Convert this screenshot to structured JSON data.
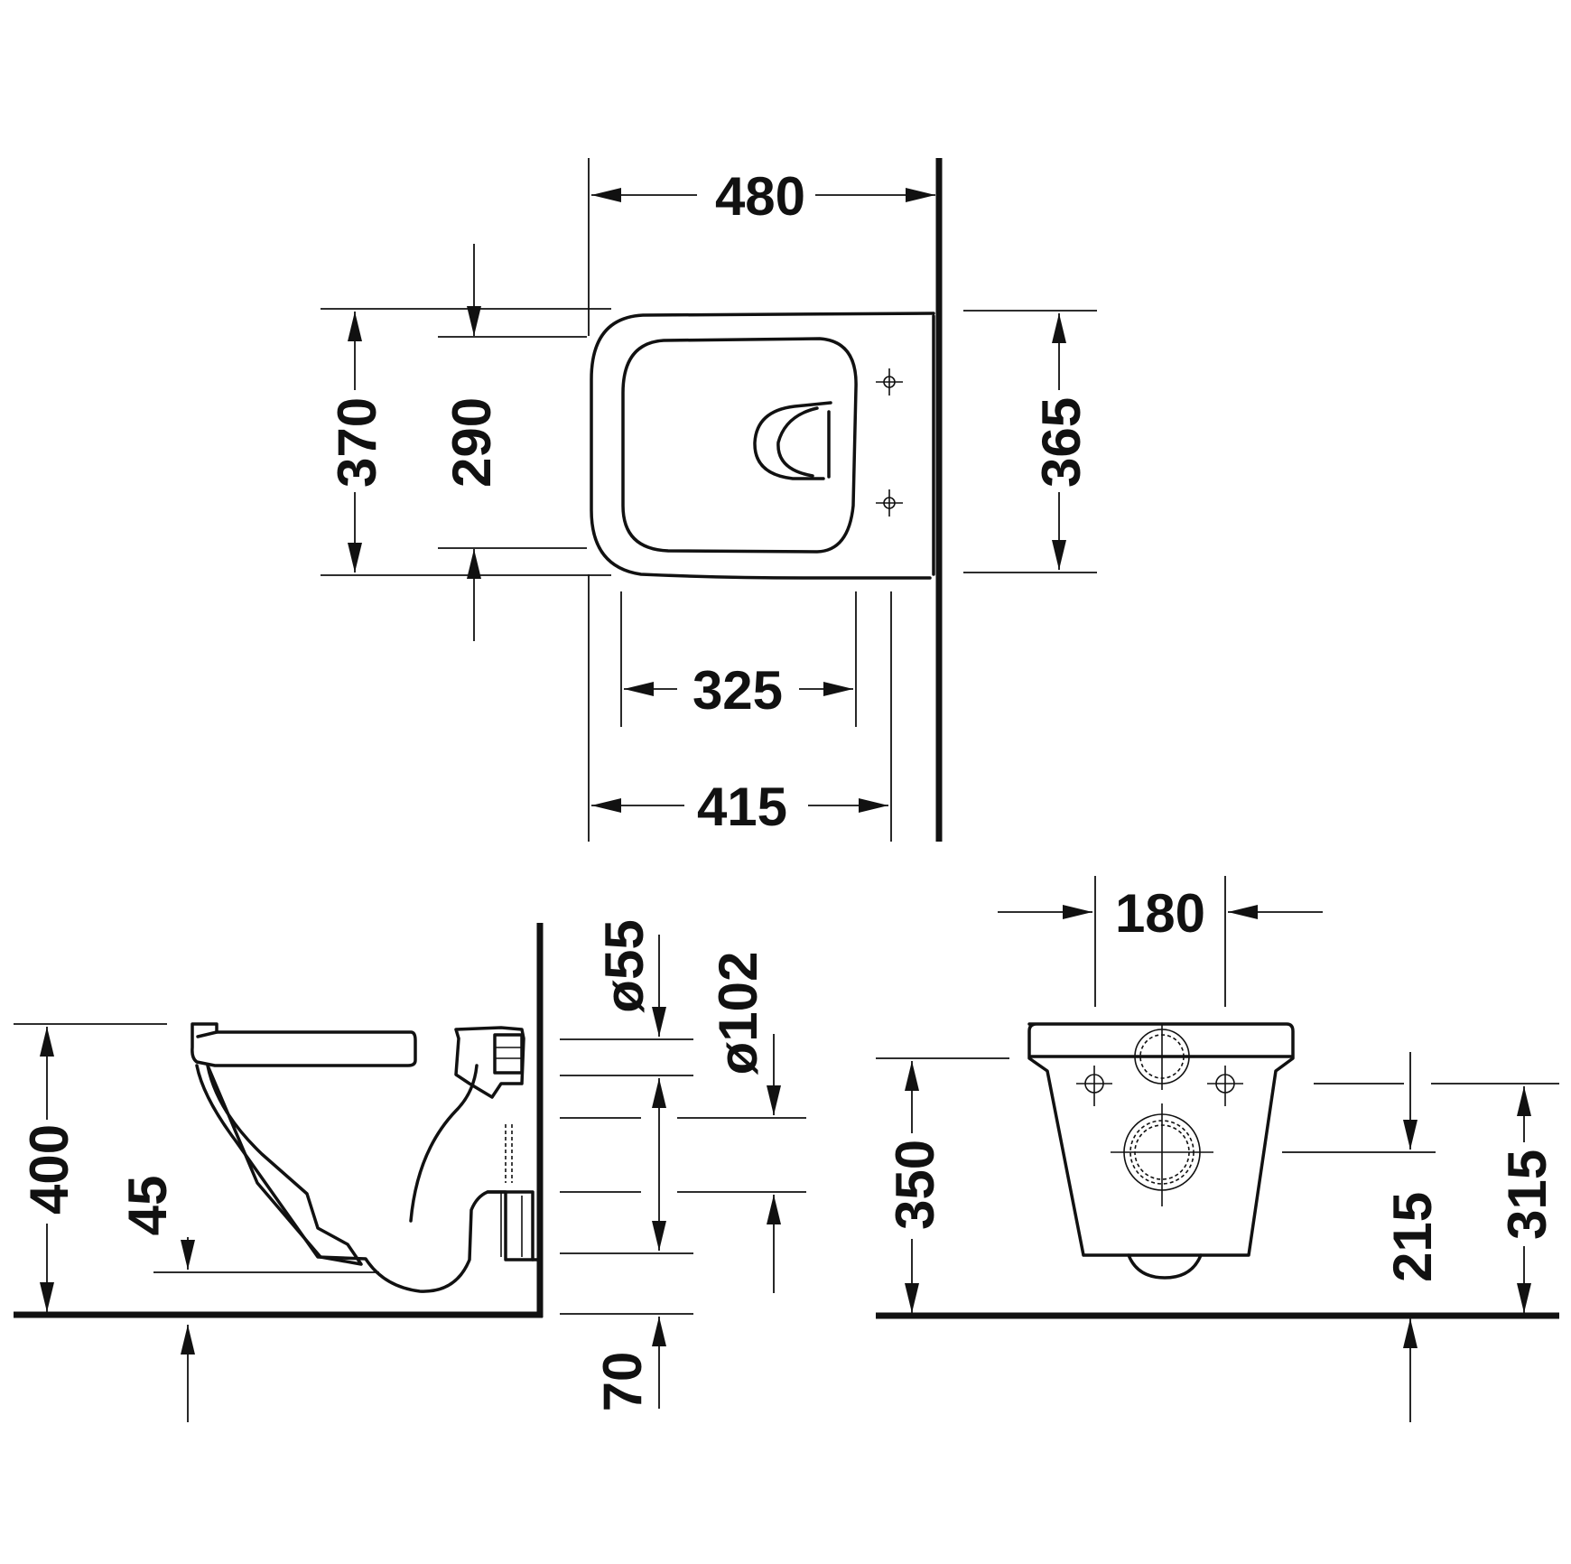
{
  "top_view": {
    "dim_480": "480",
    "dim_370": "370",
    "dim_290": "290",
    "dim_365": "365",
    "dim_325": "325",
    "dim_415": "415"
  },
  "side_view": {
    "dim_400": "400",
    "dim_45": "45",
    "dim_55": "ø55",
    "dim_102": "ø102",
    "dim_70": "70"
  },
  "rear_view": {
    "dim_180": "180",
    "dim_350": "350",
    "dim_215": "215",
    "dim_315": "315"
  }
}
